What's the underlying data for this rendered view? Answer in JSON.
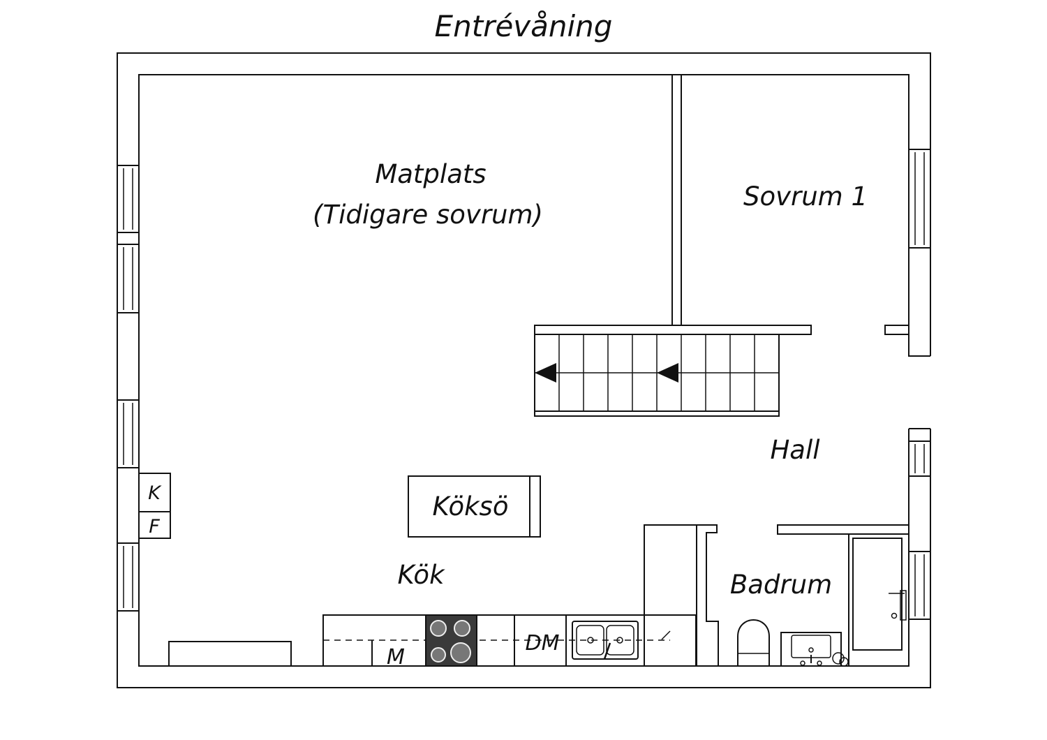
{
  "title": "Entrévåning",
  "rooms": {
    "matplats": "Matplats",
    "matplats_note": "(Tidigare sovrum)",
    "sovrum": "Sovrum 1",
    "hall": "Hall",
    "koksö": "Köksö",
    "kok": "Kök",
    "badrum": "Badrum"
  },
  "appliances": {
    "k": "K",
    "f": "F",
    "m": "M",
    "dm": "DM"
  },
  "stair": {
    "direction": "left",
    "steps": 10
  }
}
